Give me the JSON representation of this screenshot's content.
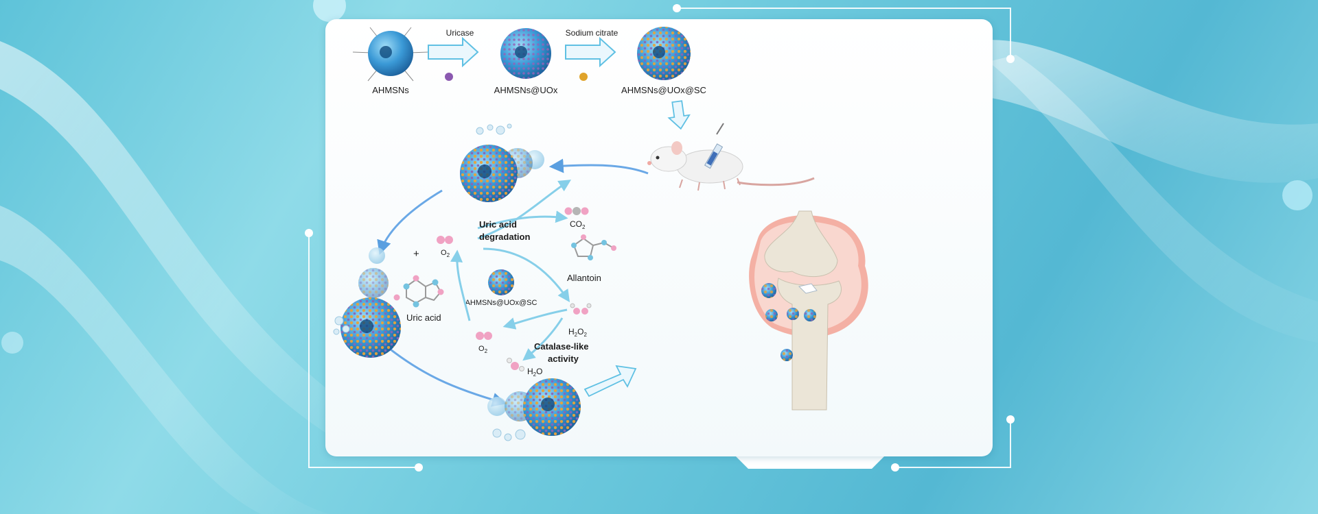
{
  "synthesis": {
    "step1_particle": "AHMSNs",
    "step1_reagent": "Uricase",
    "step2_particle": "AHMSNs@UOx",
    "step2_reagent": "Sodium citrate",
    "step3_particle": "AHMSNs@UOx@SC"
  },
  "reaction": {
    "plus": "+",
    "o2": "O",
    "o2_sub": "2",
    "uric_acid": "Uric acid",
    "center_particle": "AHMSNs@UOx@SC",
    "degradation_title_line1": "Uric acid",
    "degradation_title_line2": "degradation",
    "co2": "CO",
    "co2_sub": "2",
    "allantoin": "Allantoin",
    "h2o2_h": "H",
    "h2o2_sub1": "2",
    "h2o2_o": "O",
    "h2o2_sub2": "2",
    "o2_out": "O",
    "o2_out_sub": "2",
    "h2o_h": "H",
    "h2o_sub": "2",
    "h2o_o": "O",
    "catalase_line1": "Catalase-like",
    "catalase_line2": "activity"
  },
  "colors": {
    "particle_blue": "#2f86c8",
    "dot_orange": "#e7a33c",
    "dot_purple": "#8a5fb0",
    "arrow_blue": "#4f95dc",
    "joint_pink": "#f09a8b"
  }
}
